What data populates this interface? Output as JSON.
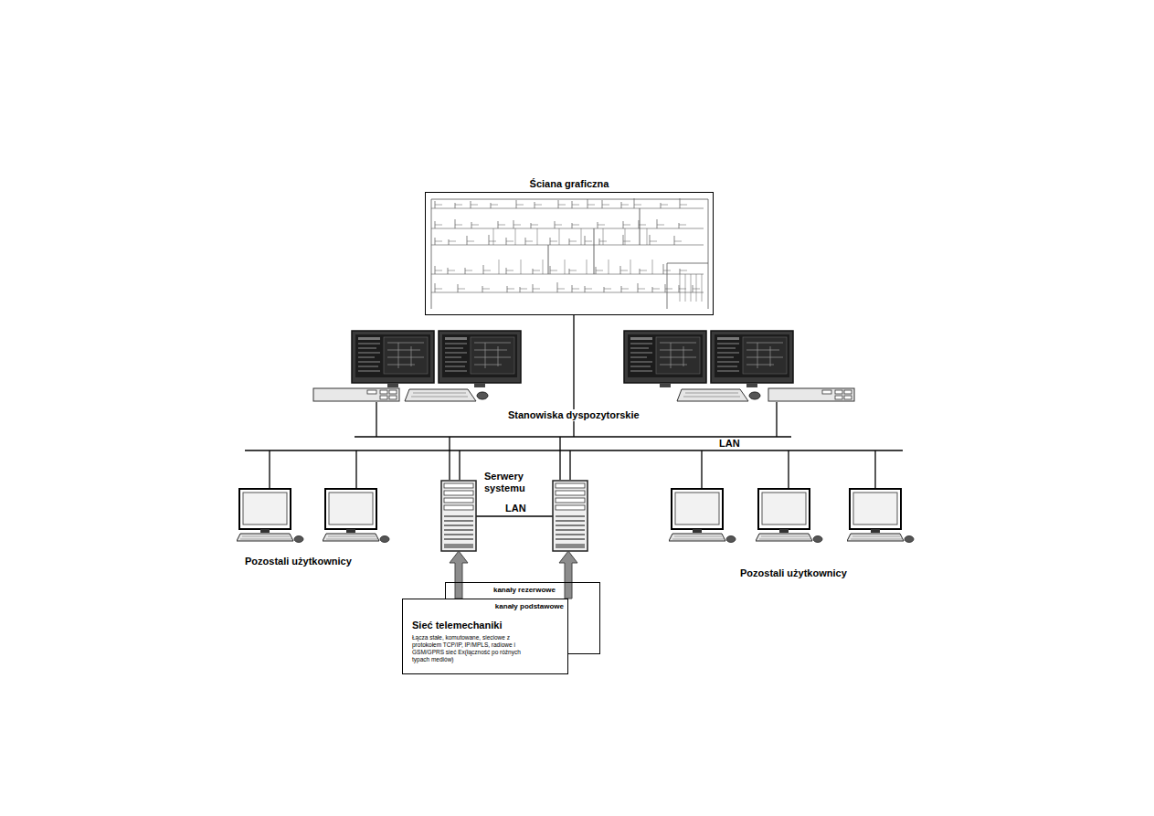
{
  "diagram": {
    "nodes": [
      {
        "text": [
          "Ściana graficzna"
        ]
      },
      {
        "text": [
          "kanały rezerwowe"
        ]
      },
      {
        "text": [
          "kanały podstawowe",
          "Sieć telemechaniki",
          "Łącza stałe, komutowane, sieciowe z protokołem TCP/IP, IP/MPLS, radiowe i GSM/GPRS sieć Ex(łączność po różnych typach mediów)"
        ]
      }
    ],
    "labels": [
      "Stanowiska dyspozytorskie",
      "LAN",
      "Serwery systemu",
      "LAN",
      "Pozostali użytkownicy",
      "Pozostali użytkownicy"
    ]
  }
}
